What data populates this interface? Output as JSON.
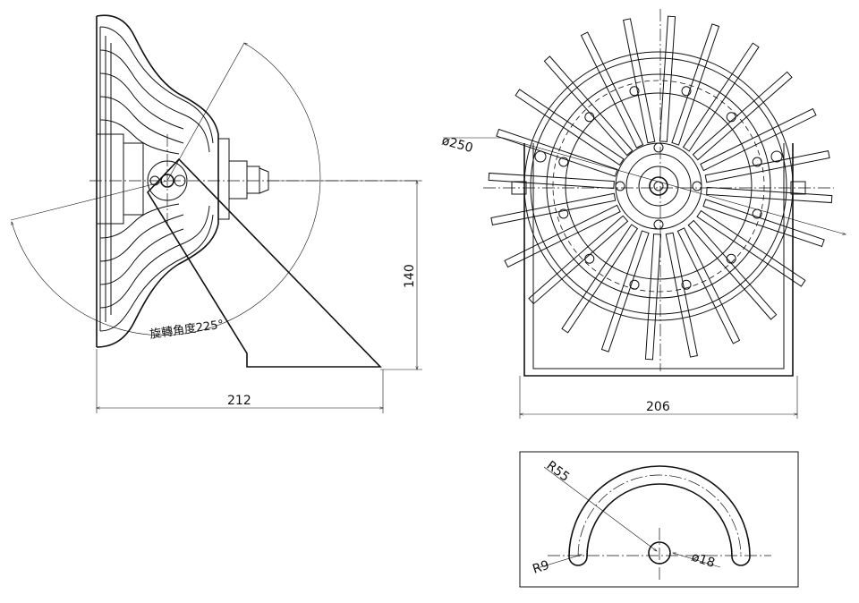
{
  "side_view": {
    "dim_width": "212",
    "dim_height": "140",
    "rotation_label": "旋轉角度225°"
  },
  "front_view": {
    "dim_width": "206",
    "dim_diameter": "ø250"
  },
  "bracket_detail": {
    "dim_radius_outer": "R55",
    "dim_radius_slot": "R9",
    "dim_hole": "ø18"
  }
}
